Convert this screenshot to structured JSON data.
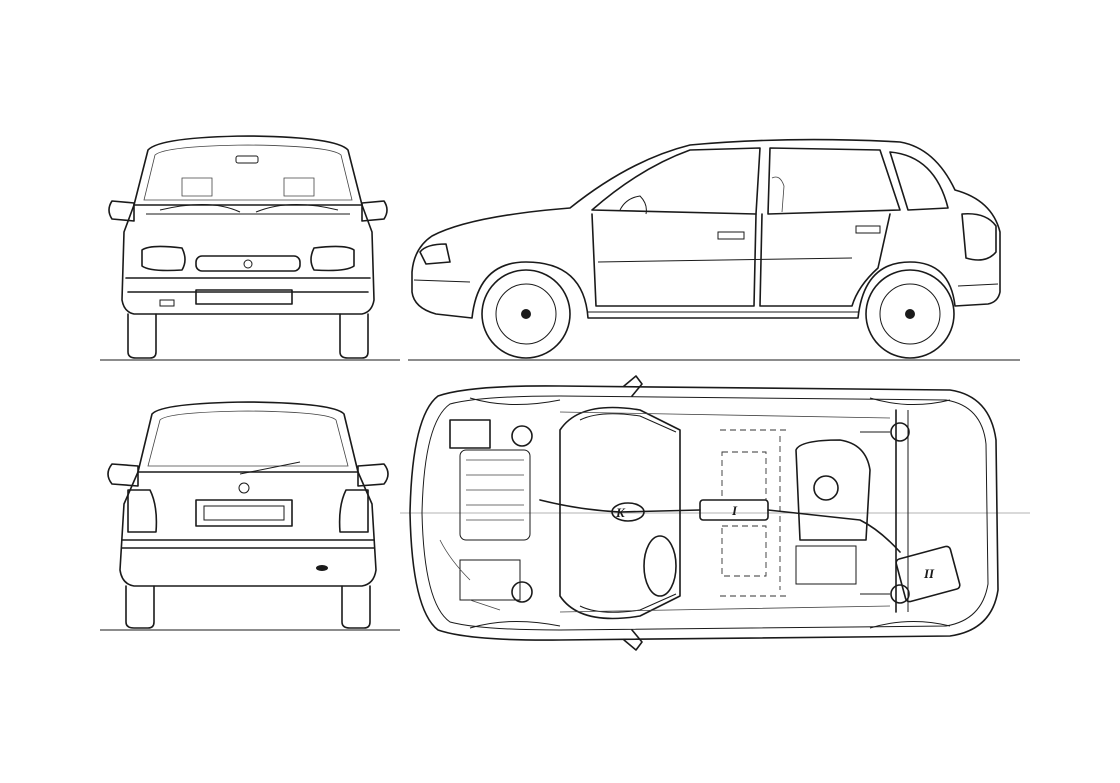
{
  "diagram": {
    "views": [
      "front",
      "side",
      "rear",
      "underside"
    ],
    "underside_labels": {
      "k": "K",
      "i": "I",
      "ii": "II"
    },
    "line_color": "#1a1a1a",
    "background_color": "#ffffff"
  }
}
